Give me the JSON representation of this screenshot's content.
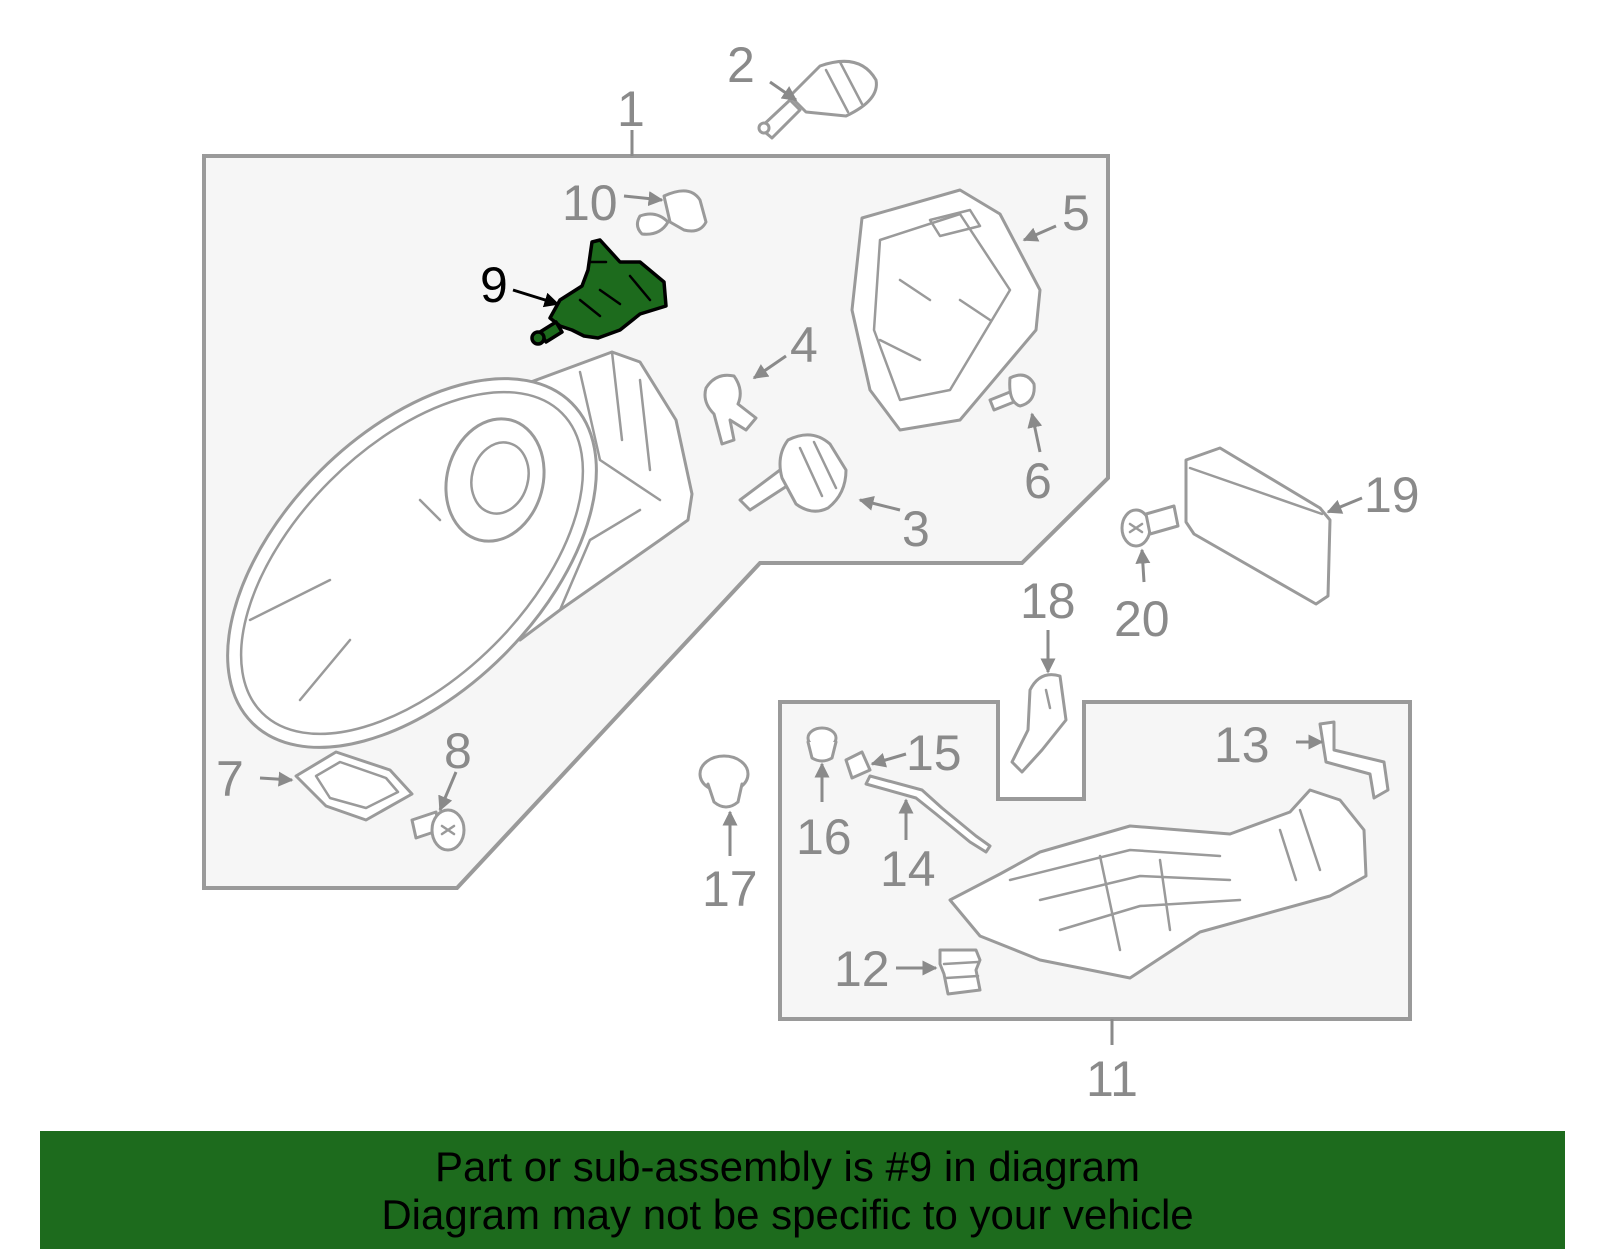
{
  "diagram": {
    "highlight_color": "#1d6b1d",
    "highlighted_callout": "9",
    "callouts": {
      "c1": "1",
      "c2": "2",
      "c3": "3",
      "c4": "4",
      "c5": "5",
      "c6": "6",
      "c7": "7",
      "c8": "8",
      "c9": "9",
      "c10": "10",
      "c11": "11",
      "c12": "12",
      "c13": "13",
      "c14": "14",
      "c15": "15",
      "c16": "16",
      "c17": "17",
      "c18": "18",
      "c19": "19",
      "c20": "20"
    }
  },
  "banner": {
    "line1": "Part or sub-assembly is #9 in diagram",
    "line2": "Diagram may not be specific to your vehicle",
    "background": "#1d6b1d"
  }
}
